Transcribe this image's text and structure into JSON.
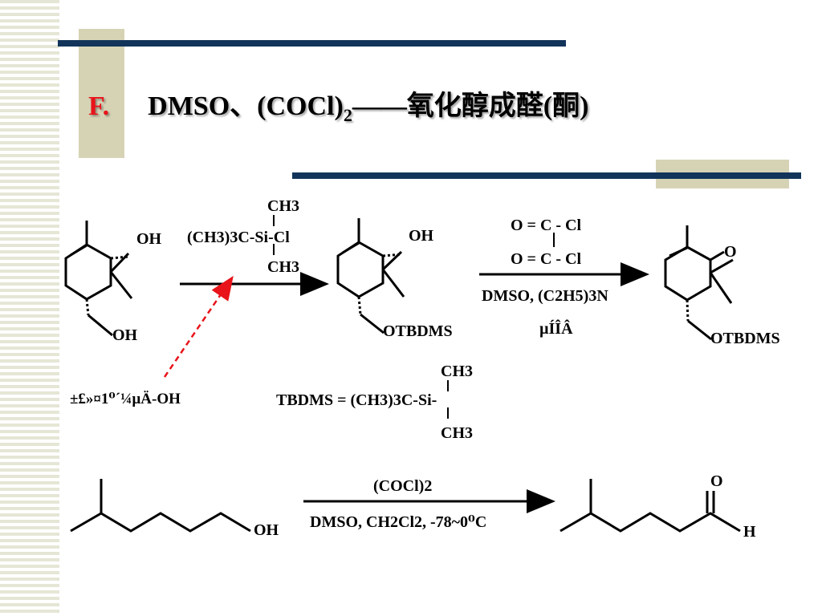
{
  "title": {
    "letter": "F.",
    "main": "DMSO、(COCl)",
    "subscript": "2",
    "rest": "——氧化醇成醛(酮)"
  },
  "scheme1": {
    "sm_oh_top": "OH",
    "sm_oh_bottom": "OH",
    "reagent_ch3_top": "CH3",
    "reagent_main": "(CH3)3C-Si-Cl",
    "reagent_ch3_bottom": "CH3",
    "int_oh": "OH",
    "int_otbdms": "OTBDMS",
    "ox_line1": "O = C - Cl",
    "ox_line2": "O = C - Cl",
    "ox_conditions": "DMSO, (C2H5)3N",
    "ox_garbled": "µÍÎÂ",
    "prod_o": "O",
    "prod_otbdms": "OTBDMS",
    "note_garbled": "±£»¤1⁰´¼µÄ-OH"
  },
  "tbdms_def": {
    "ch3_top": "CH3",
    "main": "TBDMS = (CH3)3C-Si-",
    "ch3_bottom": "CH3"
  },
  "scheme2": {
    "sm_oh": "OH",
    "reagent_top": "(COCl)2",
    "reagent_bottom": "DMSO, CH2Cl2, -78~0⁰C",
    "prod_o": "O",
    "prod_h": "H"
  },
  "colors": {
    "accent_bar": "#12345a",
    "title_letter": "#e8141a",
    "dashed_arrow": "#e8141a",
    "box_fill": "#d6d3b5"
  }
}
